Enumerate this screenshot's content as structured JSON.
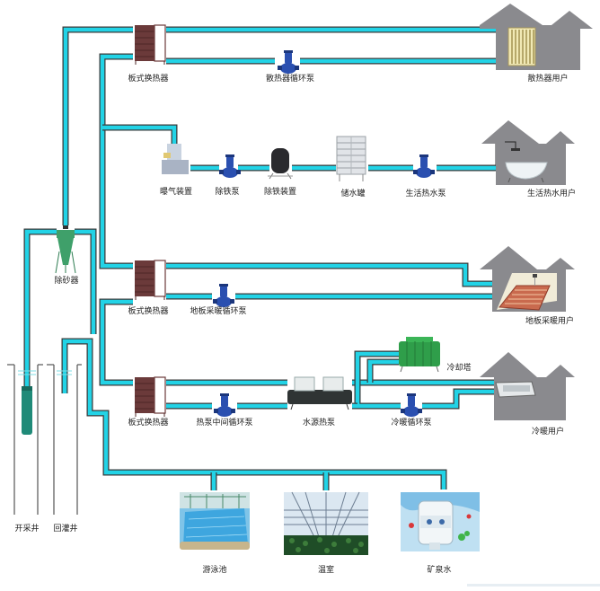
{
  "diagram": {
    "title": "",
    "colors": {
      "pipe": "#22d3e6",
      "pipe_outline": "#3a3a3a",
      "house": "#8a8a8e",
      "heat_exchanger": "#6b3a3a",
      "pump": "#2a4fb0",
      "sand_remover": "#3fa06a",
      "cooling_tower": "#2f9e4a",
      "well_pump": "#1f8a78"
    },
    "wells": {
      "extraction_well": "开采井",
      "reinjection_well": "回灌井"
    },
    "sand_remover": "除砂器",
    "branches": [
      {
        "id": "radiator",
        "equipment": [
          "板式换热器",
          "散热器循环泵"
        ],
        "user": "散热器用户"
      },
      {
        "id": "domestic-hot-water",
        "equipment": [
          "曝气装置",
          "除铁泵",
          "除铁装置",
          "储水罐",
          "生活热水泵"
        ],
        "user": "生活热水用户"
      },
      {
        "id": "floor-heating",
        "equipment": [
          "板式换热器",
          "地板采暖循环泵"
        ],
        "user": "地板采暖用户"
      },
      {
        "id": "heat-pump",
        "equipment": [
          "板式换热器",
          "热泵中间循环泵",
          "水源热泵",
          "冷却塔",
          "冷暖循环泵"
        ],
        "user": "冷暖用户"
      }
    ],
    "direct_uses": [
      {
        "id": "swimming-pool",
        "label": "游泳池"
      },
      {
        "id": "greenhouse",
        "label": "温室"
      },
      {
        "id": "mineral-water",
        "label": "矿泉水"
      }
    ]
  }
}
